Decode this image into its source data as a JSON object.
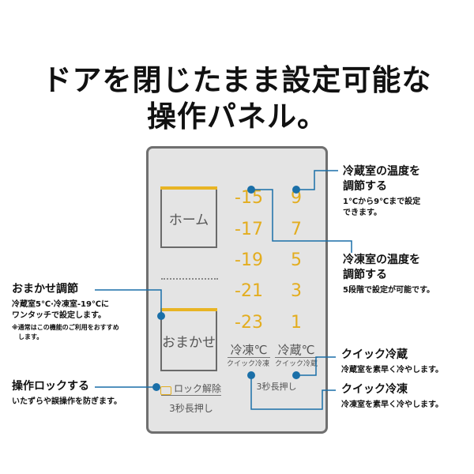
{
  "headline": {
    "line1": "ドアを閉じたまま設定可能な",
    "line2": "操作パネル。"
  },
  "panel": {
    "home_label": "ホーム",
    "omakase_label": "おまかせ",
    "freezer_temps": [
      "-15",
      "-17",
      "-19",
      "-21",
      "-23"
    ],
    "fridge_temps": [
      "9",
      "7",
      "5",
      "3",
      "1"
    ],
    "freezer_label": "冷凍℃",
    "freezer_sub": "クイック冷凍",
    "fridge_label": "冷蔵℃",
    "fridge_sub": "クイック冷蔵",
    "hold_label": "3秒長押し",
    "lock_label": "ロック解除",
    "lock_hold": "3秒長押し"
  },
  "callouts": {
    "fridge_temp": {
      "title_1": "冷蔵室の温度を",
      "title_2": "調節する",
      "desc_1": "1℃から9℃まで設定",
      "desc_2": "できます。"
    },
    "freezer_temp": {
      "title_1": "冷凍室の温度を",
      "title_2": "調節する",
      "desc": "5段階で設定が可能です。"
    },
    "omakase": {
      "title": "おまかせ調節",
      "desc_1": "冷蔵室5℃·冷凍室-19℃に",
      "desc_2": "ワンタッチで設定します。",
      "note_1": "※通常はこの機能のご利用をおすすめ",
      "note_2": "します。"
    },
    "lock": {
      "title": "操作ロックする",
      "desc": "いたずらや誤操作を防ぎます。"
    },
    "quick_fridge": {
      "title": "クイック冷蔵",
      "desc": "冷蔵室を素早く冷やします。"
    },
    "quick_freeze": {
      "title": "クイック冷凍",
      "desc": "冷凍室を素早く冷やします。"
    }
  },
  "colors": {
    "accent": "#e8b424",
    "line": "#1a6fa8"
  }
}
